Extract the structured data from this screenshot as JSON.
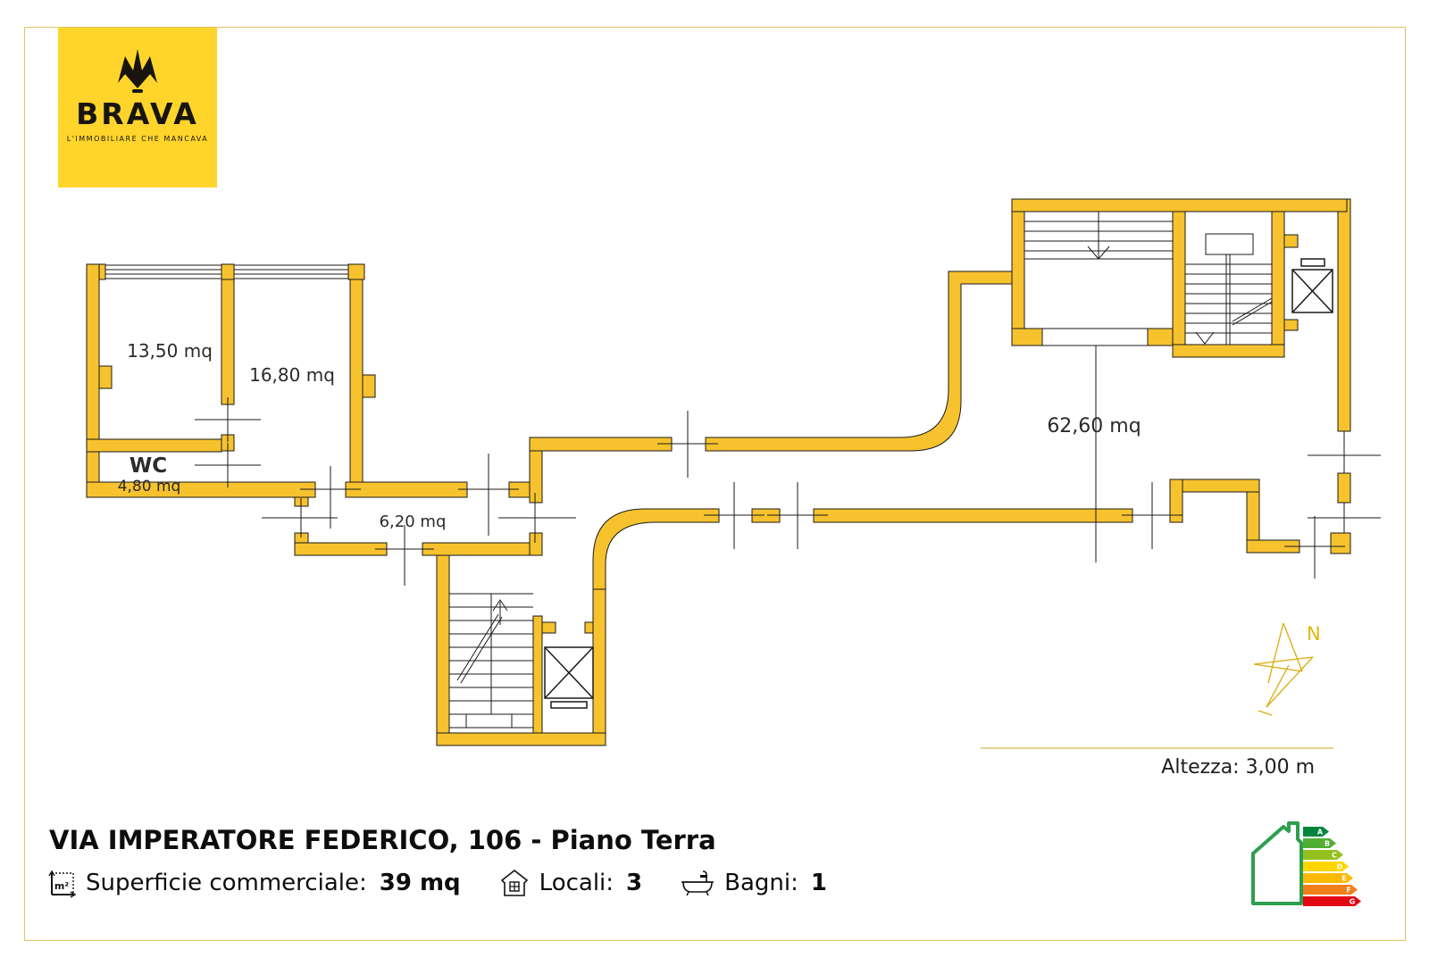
{
  "logo": {
    "brand": "BRAVA",
    "tagline": "L'IMMOBILIARE CHE MANCAVA"
  },
  "plan": {
    "rooms": {
      "room1": "13,50 mq",
      "room2": "16,80 mq",
      "wc_title": "WC",
      "wc_area": "4,80 mq",
      "corridor": "6,20 mq",
      "main": "62,60 mq"
    },
    "compass_label": "N",
    "height_note": "Altezza: 3,00 m"
  },
  "footer": {
    "title": "VIA IMPERATORE FEDERICO, 106 - Piano Terra",
    "stats": [
      {
        "icon": "area-icon",
        "label": "Superficie commerciale:",
        "value": "39 mq"
      },
      {
        "icon": "house-icon",
        "label": "Locali:",
        "value": "3"
      },
      {
        "icon": "bath-icon",
        "label": "Bagni:",
        "value": "1"
      }
    ],
    "energy": {
      "classes": [
        "A",
        "B",
        "C",
        "D",
        "E",
        "F",
        "G"
      ]
    }
  },
  "colors": {
    "wall": "#F6C22E",
    "logo_bg": "#FFD42B",
    "accent_line": "#DCC36B",
    "energy_house": "#2E9E4F"
  }
}
